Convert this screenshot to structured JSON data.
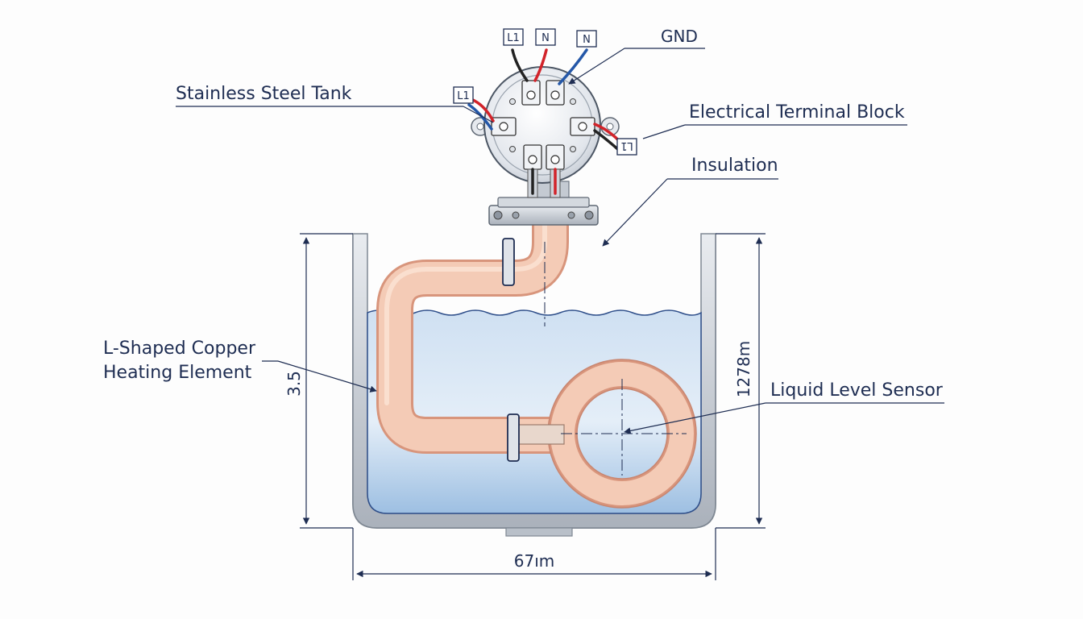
{
  "labels": {
    "stainless_steel_tank": "Stainless Steel Tank",
    "electrical_terminal_block": "Electrical Terminal Block",
    "insulation": "Insulation",
    "gnd": "GND",
    "heating_element_line1": "L-Shaped Copper",
    "heating_element_line2": "Heating Element",
    "liquid_level_sensor": "Liquid Level Sensor"
  },
  "terminal_tags": {
    "top_l1": "L1",
    "top_n1": "N",
    "top_n2": "N",
    "left_l1": "L1",
    "right_l1": "L1"
  },
  "dimensions": {
    "left_height": "3.5",
    "right_height": "1278m",
    "bottom_width": "67ım"
  },
  "colors": {
    "line": "#1e2d52",
    "water_top": "#c8dcf0",
    "water_bottom": "#8fb4dc",
    "copper_fill": "#f3c8b4",
    "copper_edge": "#d8957c",
    "steel": "#c9ced6",
    "wire_red": "#d2232a",
    "wire_blue": "#2457a8",
    "wire_black": "#222222"
  }
}
